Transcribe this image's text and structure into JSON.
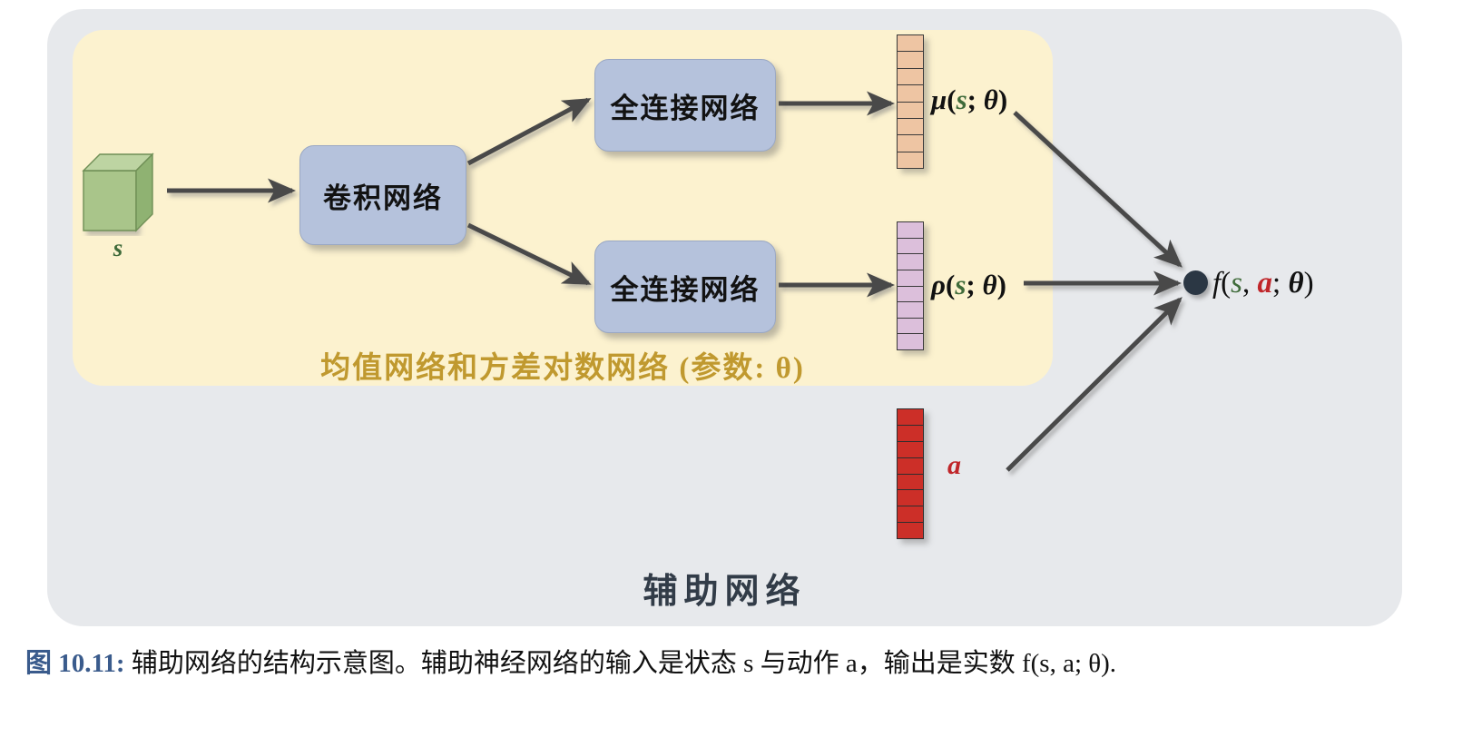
{
  "figure": {
    "outer_panel_label": "辅助网络",
    "inner_panel_label": "均值网络和方差对数网络 (参数: θ)",
    "caption_number": "图 10.11:",
    "caption_text": "辅助网络的结构示意图。辅助神经网络的输入是状态 s 与动作 a，输出是实数 f(s, a; θ)."
  },
  "nodes": {
    "state_cube_label": "s",
    "conv_net_label": "卷积网络",
    "fc_net_mu_label": "全连接网络",
    "fc_net_rho_label": "全连接网络",
    "action_vector_label": "a"
  },
  "outputs": {
    "mu_label_head": "μ",
    "mu_open": "(",
    "mu_s": "s",
    "mu_semi": "; ",
    "mu_theta": "θ",
    "mu_close": ")",
    "rho_label_head": "ρ",
    "rho_open": "(",
    "rho_s": "s",
    "rho_semi": "; ",
    "rho_theta": "θ",
    "rho_close": ")",
    "f_head": "f",
    "f_open": "(",
    "f_s": "s",
    "f_comma": ", ",
    "f_a": "a",
    "f_semi": "; ",
    "f_theta": "θ",
    "f_close": ")"
  },
  "vectors": {
    "mu_cells": 8,
    "rho_cells": 8,
    "action_cells": 8
  },
  "colors": {
    "outer_panel": "#e7e9ec",
    "inner_panel": "#fcf2cf",
    "net_box": "#b5c2dc",
    "state_green": "#a9c58a",
    "state_text_green": "#3f6b3a",
    "mu_vector": "#eec5a3",
    "rho_vector": "#dcbfdb",
    "action_red": "#cc2f28",
    "output_dot": "#2b3744",
    "panel_caption_gold": "#c0992f",
    "outer_caption_slate": "#323c48",
    "fig_number_blue": "#3a5b8c",
    "arrow_gray": "#4a4a4a"
  }
}
